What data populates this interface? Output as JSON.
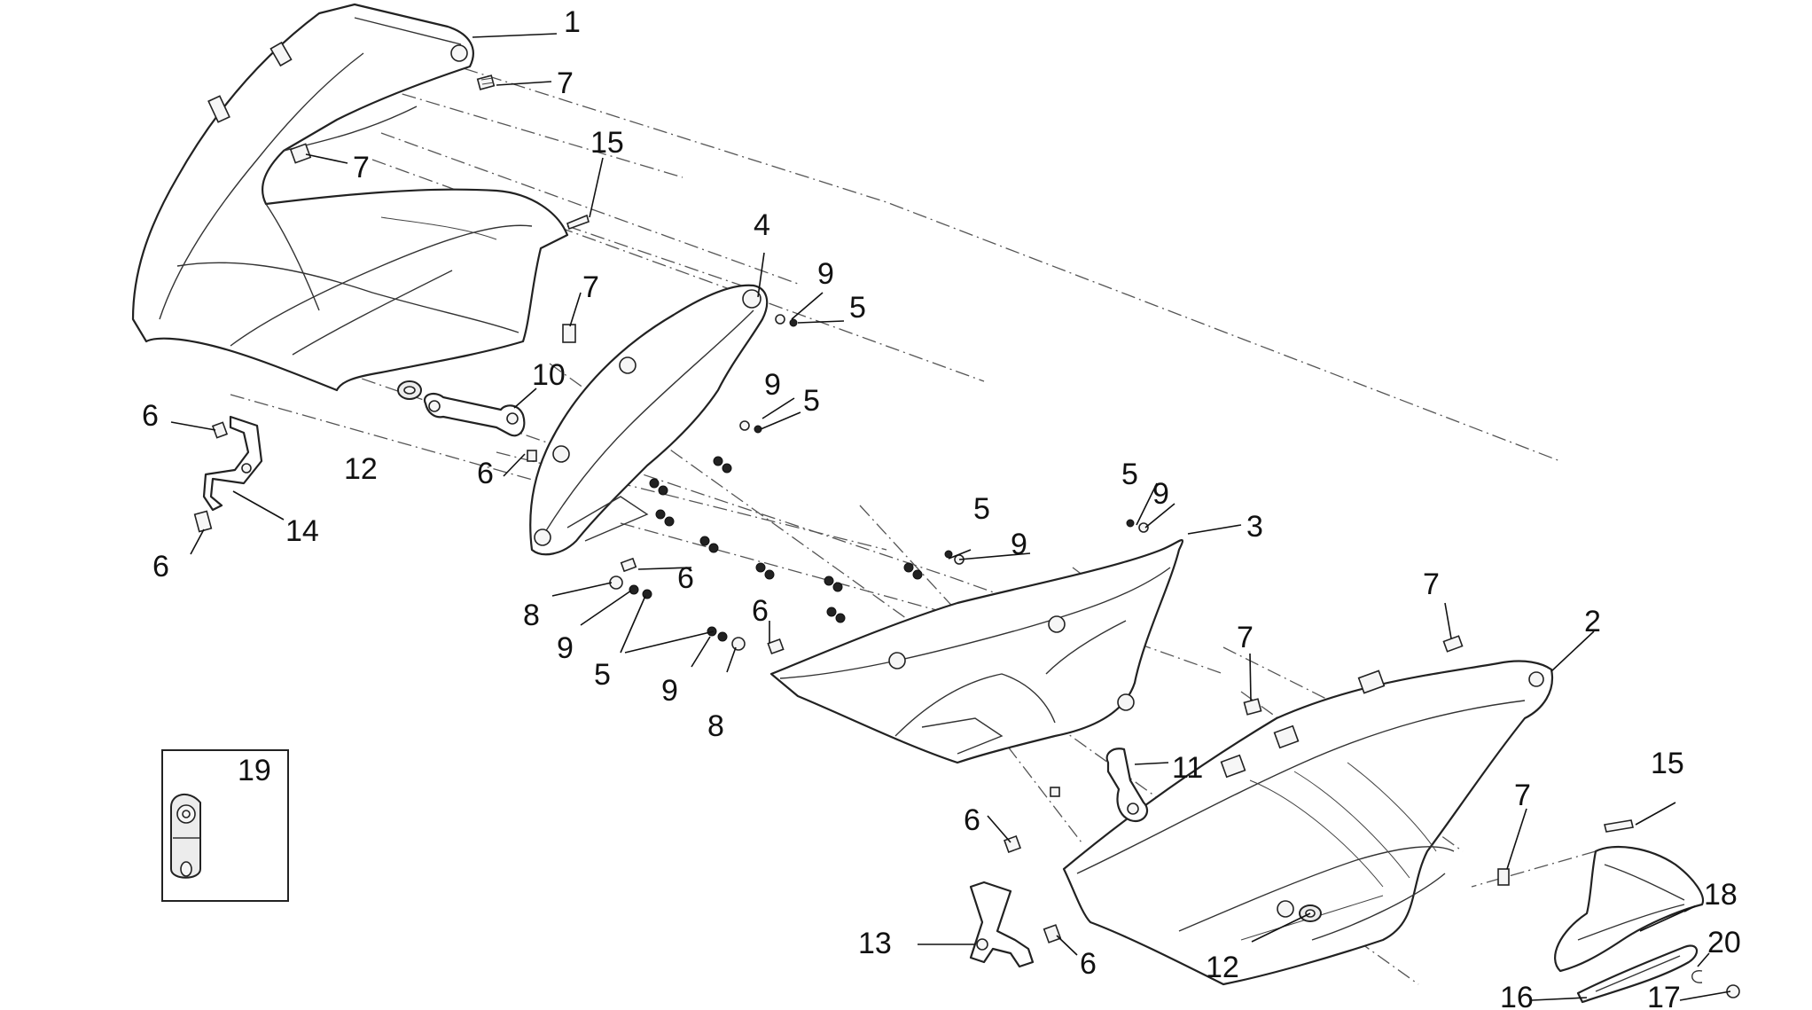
{
  "callouts": {
    "c1": "1",
    "c2": "2",
    "c3": "3",
    "c4": "4",
    "c5a": "5",
    "c5b": "5",
    "c5c": "5",
    "c5d": "5",
    "c5e": "5",
    "c6a": "6",
    "c6b": "6",
    "c6c": "6",
    "c6d": "6",
    "c6e": "6",
    "c6f": "6",
    "c6g": "6",
    "c7a": "7",
    "c7b": "7",
    "c7c": "7",
    "c7d": "7",
    "c7e": "7",
    "c7f": "7",
    "c8a": "8",
    "c8b": "8",
    "c9a": "9",
    "c9b": "9",
    "c9c": "9",
    "c9d": "9",
    "c9e": "9",
    "c9f": "9",
    "c10": "10",
    "c11": "11",
    "c12a": "12",
    "c12b": "12",
    "c13": "13",
    "c14": "14",
    "c15a": "15",
    "c15b": "15",
    "c16": "16",
    "c17": "17",
    "c18": "18",
    "c19": "19",
    "c20": "20"
  }
}
